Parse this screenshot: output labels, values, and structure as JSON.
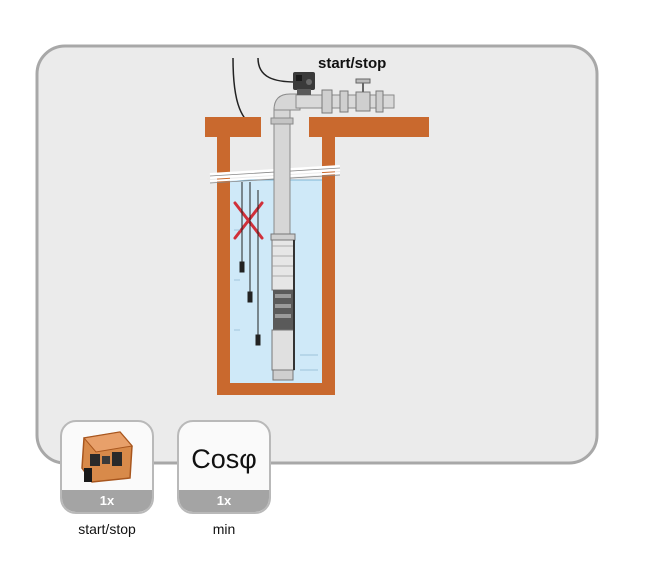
{
  "diagram": {
    "control_label": "start/stop"
  },
  "tiles": [
    {
      "icon": "control-box-icon",
      "quantity": "1x",
      "caption": "start/stop"
    },
    {
      "icon": "cos-phi-icon",
      "symbol": "Cosφ",
      "quantity": "1x",
      "caption": "min"
    }
  ],
  "colors": {
    "well_wall": "#c9692e",
    "water": "#cfe9f8",
    "panel_border": "#a8a8a8",
    "cross": "#d0303a"
  }
}
